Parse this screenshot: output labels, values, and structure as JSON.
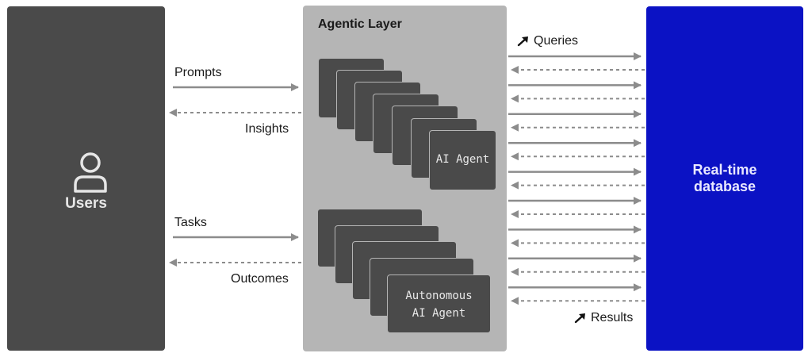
{
  "users": {
    "label": "Users",
    "icon": "user-icon"
  },
  "agentic_layer": {
    "title": "Agentic Layer",
    "ai_agent_label": "AI Agent",
    "autonomous_agent_label": [
      "Autonomous",
      "AI Agent"
    ]
  },
  "database": {
    "label_lines": [
      "Real-time",
      "database"
    ]
  },
  "flows": {
    "prompts": "Prompts",
    "insights": "Insights",
    "tasks": "Tasks",
    "outcomes": "Outcomes",
    "queries": "Queries",
    "results": "Results"
  },
  "colors": {
    "users_panel": "#4a4a4a",
    "agentic_panel": "#b5b5b5",
    "database_panel": "#0b12c4",
    "card": "#4a4a4a",
    "arrow": "#8c8c8c"
  }
}
